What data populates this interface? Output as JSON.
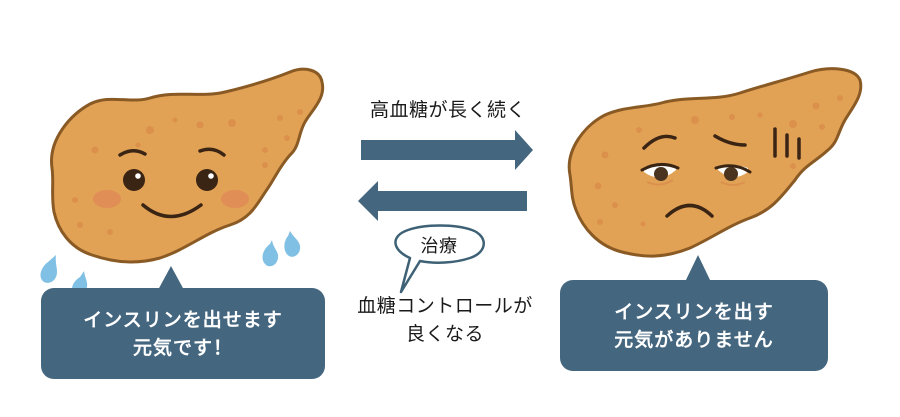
{
  "diagram": {
    "arrow_forward": {
      "label": "高血糖が長く続く",
      "direction": "right"
    },
    "arrow_back": {
      "direction": "left"
    },
    "treatment_bubble": {
      "label": "治療"
    },
    "arrow_back_label": {
      "line1": "血糖コントロールが",
      "line2": "良くなる"
    },
    "healthy_pancreas": {
      "expression": "smiling",
      "caption_line1": "インスリンを出せます",
      "caption_line2": "元気です！"
    },
    "tired_pancreas": {
      "expression": "sad-tired",
      "caption_line1": "インスリンを出す",
      "caption_line2": "元気がありません"
    }
  },
  "colors": {
    "arrow": "#44667f",
    "caption_box": "#44667f",
    "caption_text": "#ffffff",
    "pancreas_fill": "#e2a255",
    "pancreas_outline": "#8a5a25",
    "spots": "#d98a4a",
    "cheeks": "#e08a55",
    "drops": "#7fc0e4",
    "bubble_outline": "#3e6176"
  }
}
